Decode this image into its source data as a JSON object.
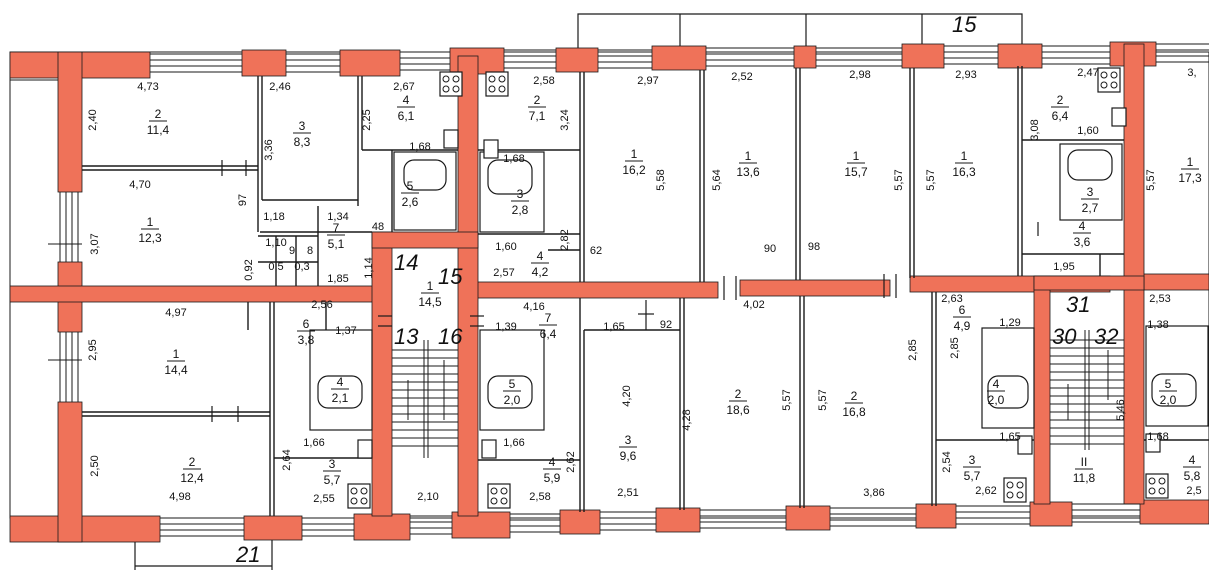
{
  "section_numbers": {
    "top": "15",
    "bottom": "21",
    "stair_left": [
      "14",
      "15",
      "13",
      "16"
    ],
    "stair_right": [
      "31",
      "30",
      "32"
    ]
  },
  "rooms": [
    {
      "n": "2",
      "a": "11,4"
    },
    {
      "n": "3",
      "a": "8,3"
    },
    {
      "n": "4",
      "a": "6,1"
    },
    {
      "n": "1",
      "a": "12,3"
    },
    {
      "n": "5",
      "a": "2,6"
    },
    {
      "n": "7",
      "a": "5,1"
    },
    {
      "n": "2",
      "a": "7,1"
    },
    {
      "n": "3",
      "a": "2,8"
    },
    {
      "n": "4",
      "a": "4,2"
    },
    {
      "n": "1",
      "a": "16,2"
    },
    {
      "n": "1",
      "a": "13,6"
    },
    {
      "n": "1",
      "a": "15,7"
    },
    {
      "n": "1",
      "a": "16,3"
    },
    {
      "n": "2",
      "a": "6,4"
    },
    {
      "n": "3",
      "a": "2,7"
    },
    {
      "n": "4",
      "a": "3,6"
    },
    {
      "n": "1",
      "a": "17,3"
    },
    {
      "n": "1",
      "a": "14,5"
    },
    {
      "n": "1",
      "a": "14,4"
    },
    {
      "n": "6",
      "a": "3,8"
    },
    {
      "n": "4",
      "a": "2,1"
    },
    {
      "n": "2",
      "a": "12,4"
    },
    {
      "n": "3",
      "a": "5,7"
    },
    {
      "n": "7",
      "a": "6,4"
    },
    {
      "n": "5",
      "a": "2,0"
    },
    {
      "n": "3",
      "a": "9,6"
    },
    {
      "n": "4",
      "a": "5,9"
    },
    {
      "n": "2",
      "a": "18,6"
    },
    {
      "n": "2",
      "a": "16,8"
    },
    {
      "n": "6",
      "a": "4,9"
    },
    {
      "n": "4",
      "a": "2,0"
    },
    {
      "n": "3",
      "a": "5,7"
    },
    {
      "n": "II",
      "a": "11,8"
    },
    {
      "n": "5",
      "a": "2,0"
    },
    {
      "n": "4",
      "a": "5,8"
    }
  ],
  "dims": [
    "4,73",
    "2,46",
    "2,67",
    "2,58",
    "2,97",
    "2,52",
    "2,98",
    "2,93",
    "2,47",
    "3,",
    "2,40",
    "3,36",
    "2,25",
    "3,24",
    "5,58",
    "5,64",
    "5,57",
    "5,57",
    "3,08",
    "5,57",
    "4,70",
    "97",
    "1,68",
    "1,68",
    "1,60",
    "1,18",
    "1,34",
    "48",
    "1,10",
    "3,07",
    "0,92",
    "1,85",
    "1,14",
    "1,60",
    "2,57",
    "2,82",
    "90",
    "98",
    "1,95",
    "4,97",
    "4,16",
    "4,02",
    "2,63",
    "2,53",
    "2,56",
    "1,37",
    "1,39",
    "1,65",
    "92",
    "1,29",
    "1,38",
    "2,95",
    "2,85",
    "4,20",
    "4,28",
    "5,57",
    "5,57",
    "2,85",
    "5,46",
    "2,50",
    "2,64",
    "2,62",
    "2,54",
    "1,66",
    "1,66",
    "1,65",
    "1,68",
    "4,98",
    "2,55",
    "2,10",
    "2,58",
    "2,51",
    "3,86",
    "2,62",
    "2,5",
    "9",
    "8",
    "0,5",
    "0,3",
    "62"
  ],
  "colors": {
    "wall": "#EF7259",
    "line": "#1a1a1a",
    "background": "#ffffff"
  }
}
